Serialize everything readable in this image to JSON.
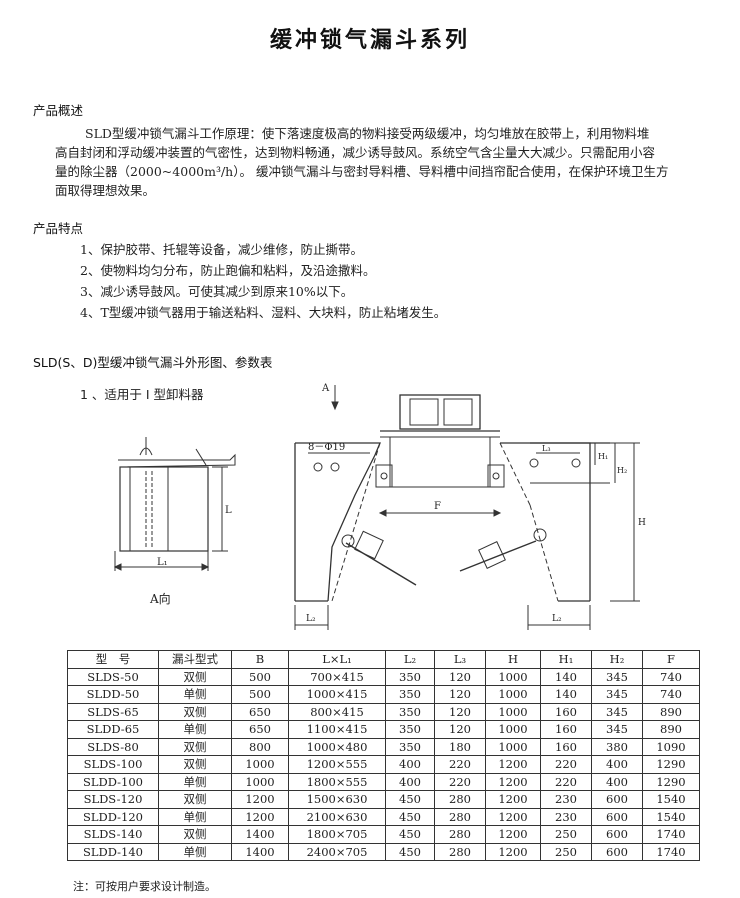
{
  "title": "缓冲锁气漏斗系列",
  "overview": {
    "heading": "产品概述",
    "lines": [
      "SLD型缓冲锁气漏斗工作原理：使下落速度极高的物料接受两级缓冲，均匀堆放在胶带上，利用物料堆",
      "高自封闭和浮动缓冲装置的气密性，达到物料畅通，减少诱导鼓风。系统空气含尘量大大减少。只需配用小容",
      "量的除尘器（2000~4000m³/h）。  缓冲锁气漏斗与密封导料槽、导料槽中间挡帘配合使用，在保护环境卫生方",
      "面取得理想效果。"
    ]
  },
  "features": {
    "heading": "产品特点",
    "items": [
      "1、保护胶带、托辊等设备，减少维修，防止撕带。",
      "2、使物料均匀分布，防止跑偏和粘料，及沿途撒料。",
      "3、减少诱导鼓风。可使其减少到原来10%以下。",
      "4、T型缓冲锁气器用于输送粘料、湿料、大块料，防止粘堵发生。"
    ]
  },
  "diagram_section": {
    "heading": "SLD(S、D)型缓冲锁气漏斗外形图、参数表",
    "subheading": "1 、适用于 Ⅰ 型卸料器"
  },
  "drawing_labels": {
    "a_view": "A向",
    "a_arrow": "A",
    "l": "L",
    "l1": "L₁",
    "l2": "L₂",
    "l3": "L₃",
    "f": "F",
    "h": "H",
    "h1": "H₁",
    "h2": "H₂",
    "holes": "8－Φ19"
  },
  "table": {
    "headers": [
      "型　号",
      "漏斗型式",
      "B",
      "L×L₁",
      "L₂",
      "L₃",
      "H",
      "H₁",
      "H₂",
      "F"
    ],
    "rows": [
      [
        "SLDS-50",
        "双侧",
        "500",
        "700×415",
        "350",
        "120",
        "1000",
        "140",
        "345",
        "740"
      ],
      [
        "SLDD-50",
        "单侧",
        "500",
        "1000×415",
        "350",
        "120",
        "1000",
        "140",
        "345",
        "740"
      ],
      [
        "SLDS-65",
        "双侧",
        "650",
        "800×415",
        "350",
        "120",
        "1000",
        "160",
        "345",
        "890"
      ],
      [
        "SLDD-65",
        "单侧",
        "650",
        "1100×415",
        "350",
        "120",
        "1000",
        "160",
        "345",
        "890"
      ],
      [
        "SLDS-80",
        "双侧",
        "800",
        "1000×480",
        "350",
        "180",
        "1000",
        "160",
        "380",
        "1090"
      ],
      [
        "SLDS-100",
        "双侧",
        "1000",
        "1200×555",
        "400",
        "220",
        "1200",
        "220",
        "400",
        "1290"
      ],
      [
        "SLDD-100",
        "单侧",
        "1000",
        "1800×555",
        "400",
        "220",
        "1200",
        "220",
        "400",
        "1290"
      ],
      [
        "SLDS-120",
        "双侧",
        "1200",
        "1500×630",
        "450",
        "280",
        "1200",
        "230",
        "600",
        "1540"
      ],
      [
        "SLDD-120",
        "单侧",
        "1200",
        "2100×630",
        "450",
        "280",
        "1200",
        "230",
        "600",
        "1540"
      ],
      [
        "SLDS-140",
        "双侧",
        "1400",
        "1800×705",
        "450",
        "280",
        "1200",
        "250",
        "600",
        "1740"
      ],
      [
        "SLDD-140",
        "单侧",
        "1400",
        "2400×705",
        "450",
        "280",
        "1200",
        "250",
        "600",
        "1740"
      ]
    ]
  },
  "note": "注：可按用户要求设计制造。"
}
